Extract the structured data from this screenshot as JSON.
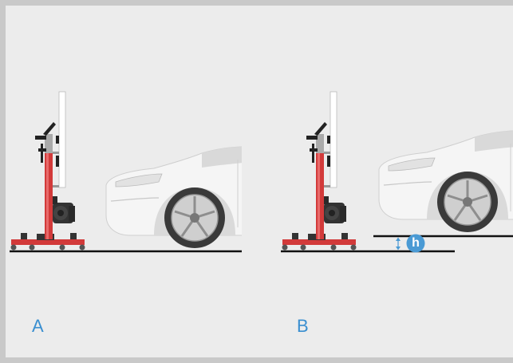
{
  "panels": [
    {
      "label": "A"
    },
    {
      "label": "B"
    }
  ],
  "height_badge": "h",
  "colors": {
    "accent_label": "#3a8fd0",
    "stand_red": "#d23a3a",
    "badge_blue": "#4a9ad4",
    "background": "#ececec",
    "frame": "#c9c9c9"
  }
}
